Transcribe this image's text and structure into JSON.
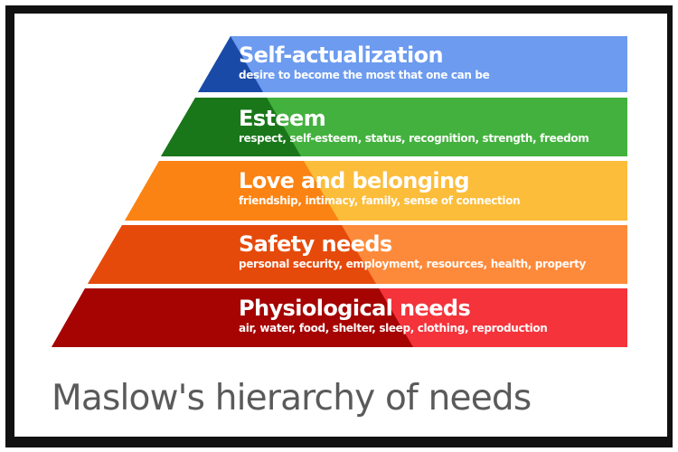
{
  "title": "Maslow's hierarchy of needs",
  "colors": {
    "title_text": "#5a5a5a",
    "frame": "#111111",
    "background": "#ffffff"
  },
  "levels": [
    {
      "name": "Self-actualization",
      "description": "desire to become the most that one can be",
      "color_light": "#6c9bef",
      "color_dark": "#1a4aa8"
    },
    {
      "name": "Esteem",
      "description": "respect, self-esteem, status, recognition, strength, freedom",
      "color_light": "#43b13e",
      "color_dark": "#19771a"
    },
    {
      "name": "Love and belonging",
      "description": "friendship, intimacy, family, sense of connection",
      "color_light": "#fcbd3a",
      "color_dark": "#fb8313"
    },
    {
      "name": "Safety needs",
      "description": "personal security, employment, resources, health, property",
      "color_light": "#fd8a3a",
      "color_dark": "#e64a0b"
    },
    {
      "name": "Physiological needs",
      "description": "air, water, food, shelter, sleep, clothing, reproduction",
      "color_light": "#f4333b",
      "color_dark": "#a50402"
    }
  ]
}
